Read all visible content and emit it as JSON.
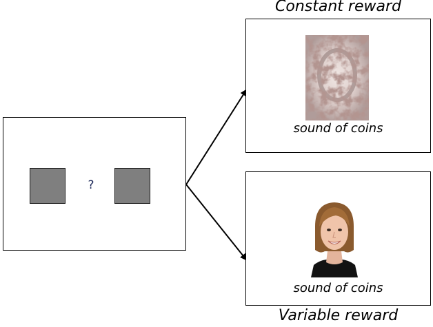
{
  "diagram": {
    "choice_panel": {
      "prompt_symbol": "?"
    },
    "constant_reward": {
      "title": "Constant reward",
      "sound_label": "sound of coins",
      "image_icon": "scrambled-face-icon"
    },
    "variable_reward": {
      "title": "Variable reward",
      "sound_label": "sound of coins",
      "image_icon": "face-photo-icon"
    },
    "colors": {
      "square_fill": "#7f7f7f",
      "question_mark": "#1f2a5a",
      "line": "#000000"
    }
  }
}
